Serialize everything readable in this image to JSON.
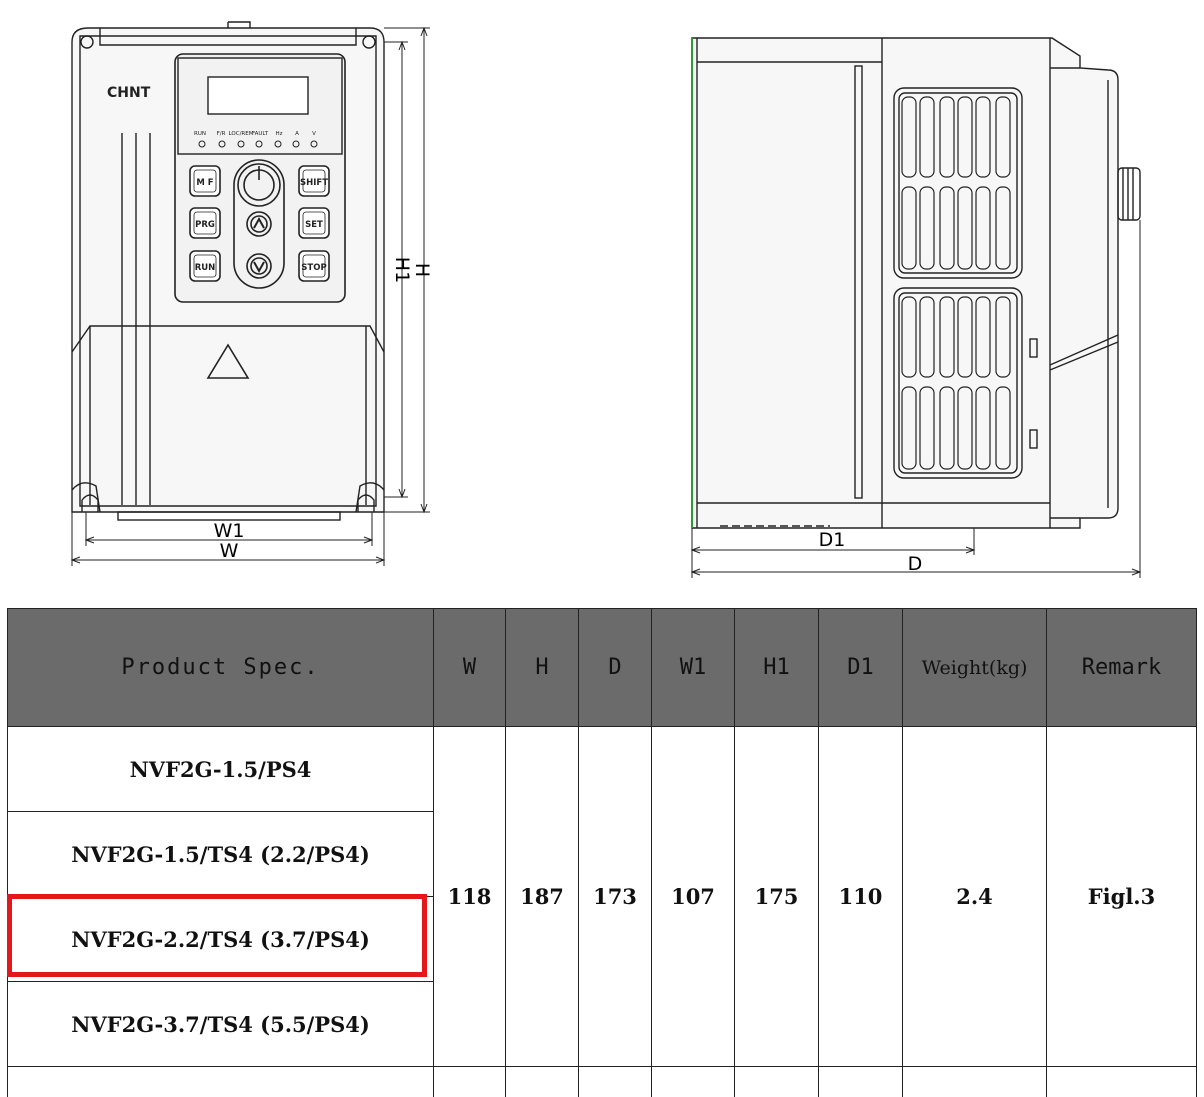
{
  "front_view": {
    "brand": "CHNT",
    "indicators": [
      "RUN",
      "F/R",
      "LOC/REM",
      "FAULT",
      "Hz",
      "A",
      "V"
    ],
    "keys": {
      "mf": "M F",
      "prg": "PRG",
      "run": "RUN",
      "shift": "SHIFT",
      "set": "SET",
      "stop": "STOP"
    },
    "dimensions": {
      "w1": "W1",
      "w": "W",
      "h1": "H1",
      "h": "H"
    }
  },
  "side_view": {
    "dimensions": {
      "d1": "D1",
      "d": "D"
    }
  },
  "table": {
    "headers": [
      "Product Spec.",
      "W",
      "H",
      "D",
      "W1",
      "H1",
      "D1",
      "Weight(kg)",
      "Remark"
    ],
    "products": [
      "NVF2G-1.5/PS4",
      "NVF2G-1.5/TS4 (2.2/PS4)",
      "NVF2G-2.2/TS4 (3.7/PS4)",
      "NVF2G-3.7/TS4 (5.5/PS4)"
    ],
    "values": {
      "w": "118",
      "h": "187",
      "d": "173",
      "w1": "107",
      "h1": "175",
      "d1": "110",
      "weight": "2.4",
      "remark": "Figl.3"
    },
    "highlighted_row": 2,
    "highlight_color": "#e2181b",
    "header_bg": "#6b6b6b"
  }
}
